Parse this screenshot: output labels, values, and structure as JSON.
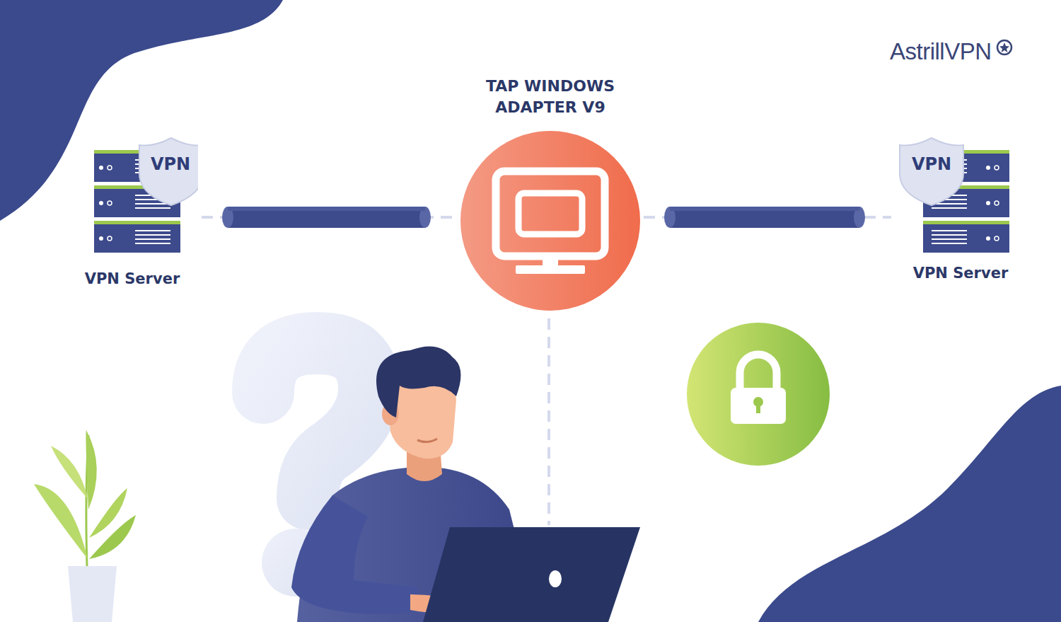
{
  "diagram": {
    "nodes": [
      {
        "text": [
          "VPN",
          "VPN Server"
        ]
      },
      {
        "text": [
          "TAP WINDOWS ADAPTER V9"
        ]
      },
      {
        "text": [
          "VPN",
          "VPN Server"
        ]
      }
    ],
    "edges": [
      {
        "from": 0,
        "to": 1,
        "arrow": "none"
      },
      {
        "from": 1,
        "to": 2,
        "arrow": "none"
      }
    ],
    "labels": [
      "AstrillVPN"
    ]
  }
}
